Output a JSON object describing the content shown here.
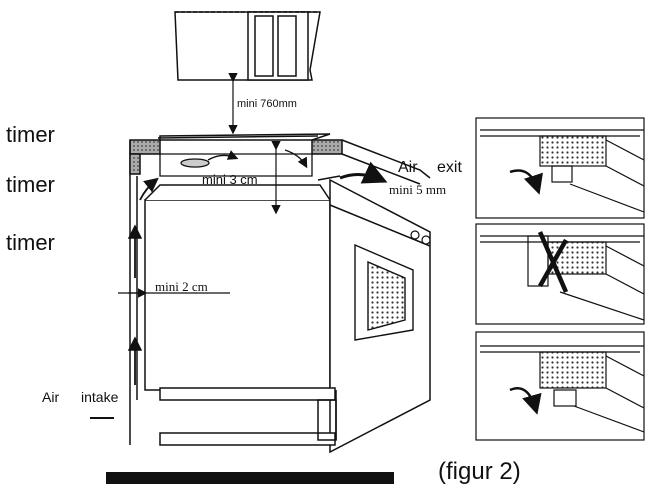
{
  "side_labels": [
    "timer",
    "timer",
    "timer"
  ],
  "dimensions": {
    "height_above_hob": "mini 760mm",
    "top_gap": "mini 3 cm",
    "side_gap": "mini 2  cm",
    "exit_gap": "mini  5  mm"
  },
  "air": {
    "exit_word1": "Air",
    "exit_word2": "exit",
    "intake_word1": "Air",
    "intake_word2": "intake"
  },
  "caption": "(figur 2)",
  "colors": {
    "ink": "#111111",
    "background": "#ffffff"
  }
}
